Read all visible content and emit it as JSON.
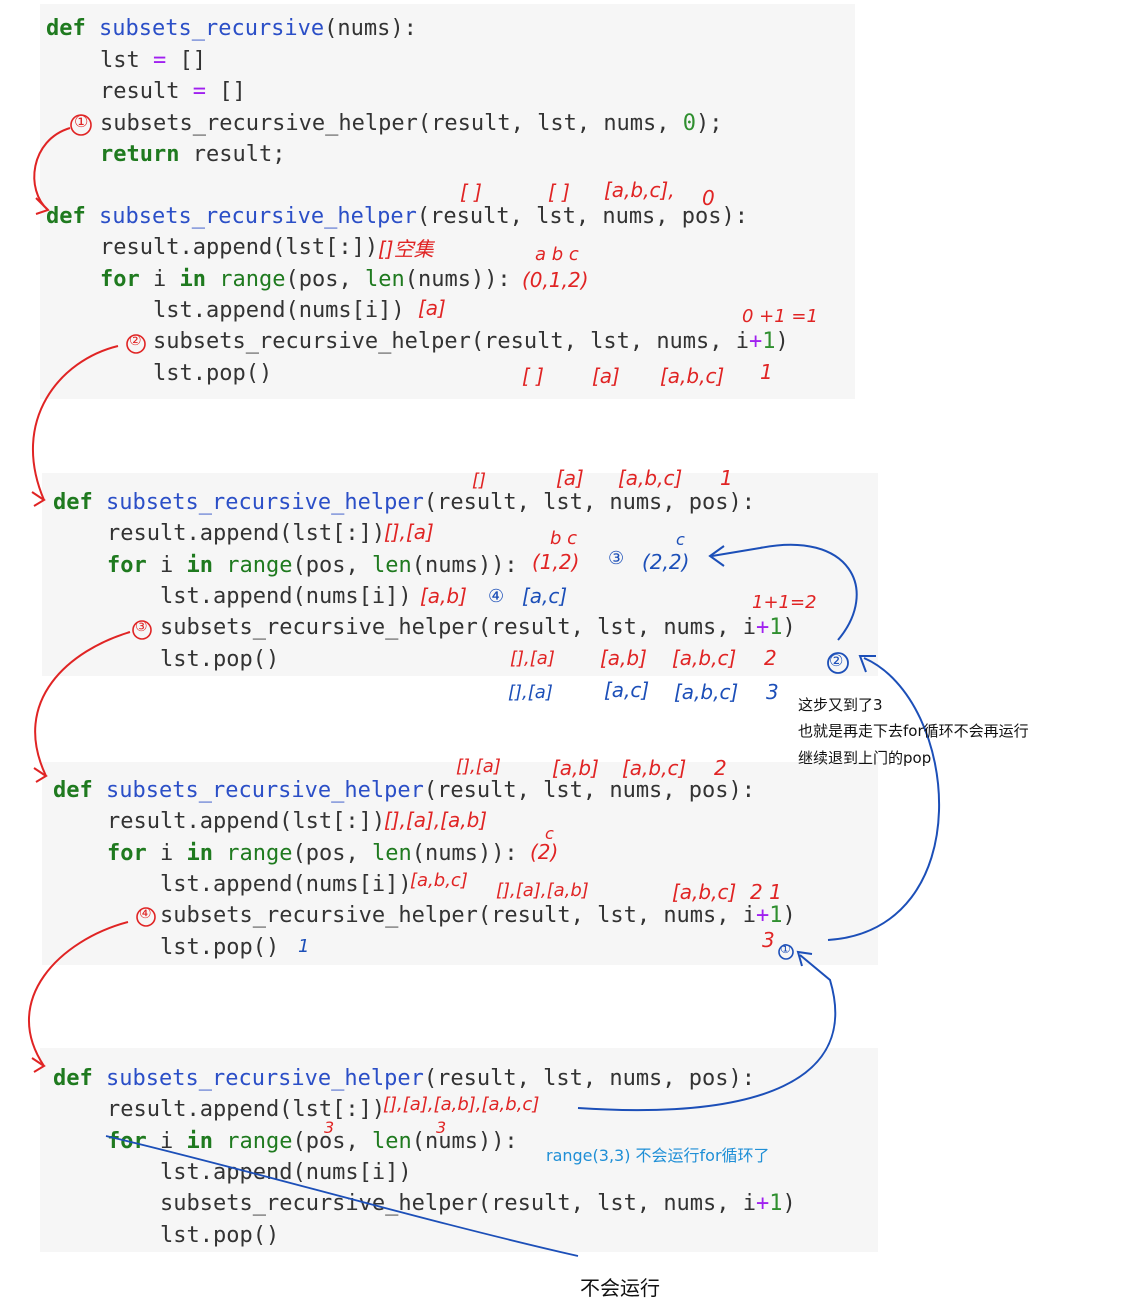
{
  "blocks": {
    "b1": {
      "l1": {
        "kw": "def",
        "fn": "subsets_recursive",
        "rest": "(nums):"
      },
      "l2": {
        "a": "lst ",
        "op": "=",
        "b": " []"
      },
      "l3": {
        "a": "result ",
        "op": "=",
        "b": " []"
      },
      "l4": {
        "a": "subsets_recursive_helper(result, lst, nums, ",
        "num": "0",
        "b": ");"
      },
      "l5": {
        "kw": "return",
        "rest": " result;"
      }
    },
    "helper": {
      "def": {
        "kw": "def",
        "fn": "subsets_recursive_helper",
        "rest": "(result, lst, nums, pos):"
      },
      "append_result": "result.append(lst[:])",
      "for": {
        "kw1": "for",
        "i": " i ",
        "kw2": "in",
        "sp": " ",
        "bi1": "range",
        "a": "(pos, ",
        "bi2": "len",
        "b": "(nums)):"
      },
      "append_lst": "lst.append(nums[i])",
      "call": {
        "a": "subsets_recursive_helper(result, lst, nums, i",
        "op": "+",
        "num": "1",
        "b": ")"
      },
      "pop": "lst.pop()"
    }
  },
  "annotations": {
    "b1_step": "①",
    "b2_args": [
      "[ ]",
      "[ ]",
      "[a,b,c],",
      "0"
    ],
    "b2_result": "[]空集",
    "b2_range_letters": "a  b  c",
    "b2_range": "(0,1,2)",
    "b2_lst": "[a]",
    "b2_step": "②",
    "b2_calc": "0 +1 =1",
    "b2_values": [
      "[ ]",
      "[a]",
      "[a,b,c]",
      "1"
    ],
    "b3_args": [
      "[]",
      "[a]",
      "[a,b,c]",
      "1"
    ],
    "b3_result": "[],[a]",
    "b3_range_letters": "b c",
    "b3_range": "(1,2)",
    "b3_step_blue": "③",
    "b3_range_blue_letter": "c",
    "b3_range_blue": "(2,2)",
    "b3_lst": "[a,b]",
    "b3_step4_blue": "④",
    "b3_lst_blue": "[a,c]",
    "b3_calc": "1+1=2",
    "b3_step": "③",
    "b3_values_red": [
      "[],[a]",
      "[a,b]",
      "[a,b,c]",
      "2"
    ],
    "b3_values_blue": [
      "[],[a]",
      "[a,c]",
      "[a,b,c]",
      "3"
    ],
    "b3_circle_blue": "②",
    "b4_args": [
      "[],[a]",
      "[a,b]",
      "[a,b,c]",
      "2"
    ],
    "b4_result": "[],[a],[a,b]",
    "b4_range_letter": "c",
    "b4_range": "(2)",
    "b4_lst": "[a,b,c]",
    "b4_step": "④",
    "b4_values": [
      "[],[a],[a,b]",
      "[a,b,c]",
      "2  1"
    ],
    "b4_pop_mark": "1",
    "b4_three": "3",
    "b4_circle_blue": "①",
    "b5_result": "[],[a],[a,b],[a,b,c]",
    "b5_three_a": "3",
    "b5_three_b": "3"
  },
  "notes": {
    "note1": "这步又到了3",
    "note2": "也就是再走下去for循环不会再运行",
    "note3": "继续退到上门的pop",
    "range_note": "range(3,3) 不会运行for循环了",
    "no_run": "不会运行"
  }
}
